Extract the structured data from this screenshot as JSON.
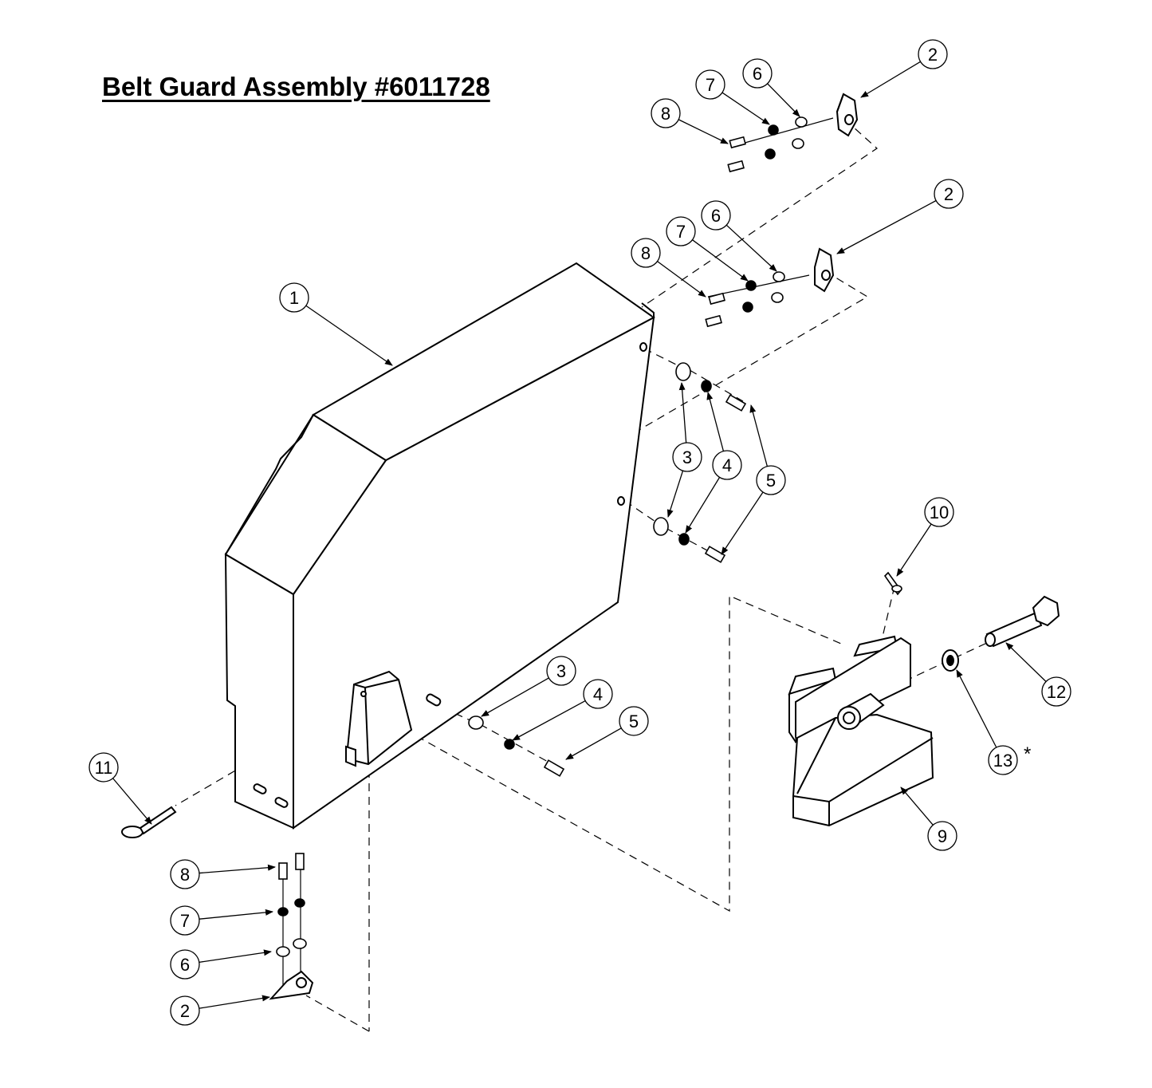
{
  "title": "Belt Guard Assembly #6011728",
  "callout_note": "*",
  "callouts": [
    {
      "label": "1"
    },
    {
      "label": "2"
    },
    {
      "label": "2"
    },
    {
      "label": "2"
    },
    {
      "label": "3"
    },
    {
      "label": "3"
    },
    {
      "label": "4"
    },
    {
      "label": "4"
    },
    {
      "label": "5"
    },
    {
      "label": "5"
    },
    {
      "label": "6"
    },
    {
      "label": "6"
    },
    {
      "label": "6"
    },
    {
      "label": "7"
    },
    {
      "label": "7"
    },
    {
      "label": "7"
    },
    {
      "label": "8"
    },
    {
      "label": "8"
    },
    {
      "label": "8"
    },
    {
      "label": "9"
    },
    {
      "label": "10"
    },
    {
      "label": "11"
    },
    {
      "label": "12"
    },
    {
      "label": "13"
    }
  ]
}
